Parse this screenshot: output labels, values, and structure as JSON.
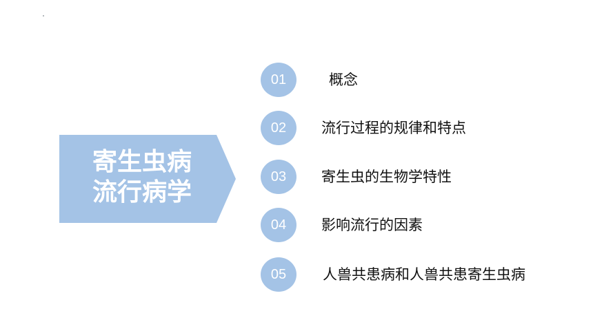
{
  "title": {
    "line1": "寄生虫病",
    "line2": "流行病学"
  },
  "colors": {
    "accent": "#a4c3e6",
    "text": "#111111",
    "background": "#ffffff"
  },
  "items": [
    {
      "number": "01",
      "label": "概念"
    },
    {
      "number": "02",
      "label": "流行过程的规律和特点"
    },
    {
      "number": "03",
      "label": "寄生虫的生物学特性"
    },
    {
      "number": "04",
      "label": "影响流行的因素"
    },
    {
      "number": "05",
      "label": "人兽共患病和人兽共患寄生虫病"
    }
  ]
}
